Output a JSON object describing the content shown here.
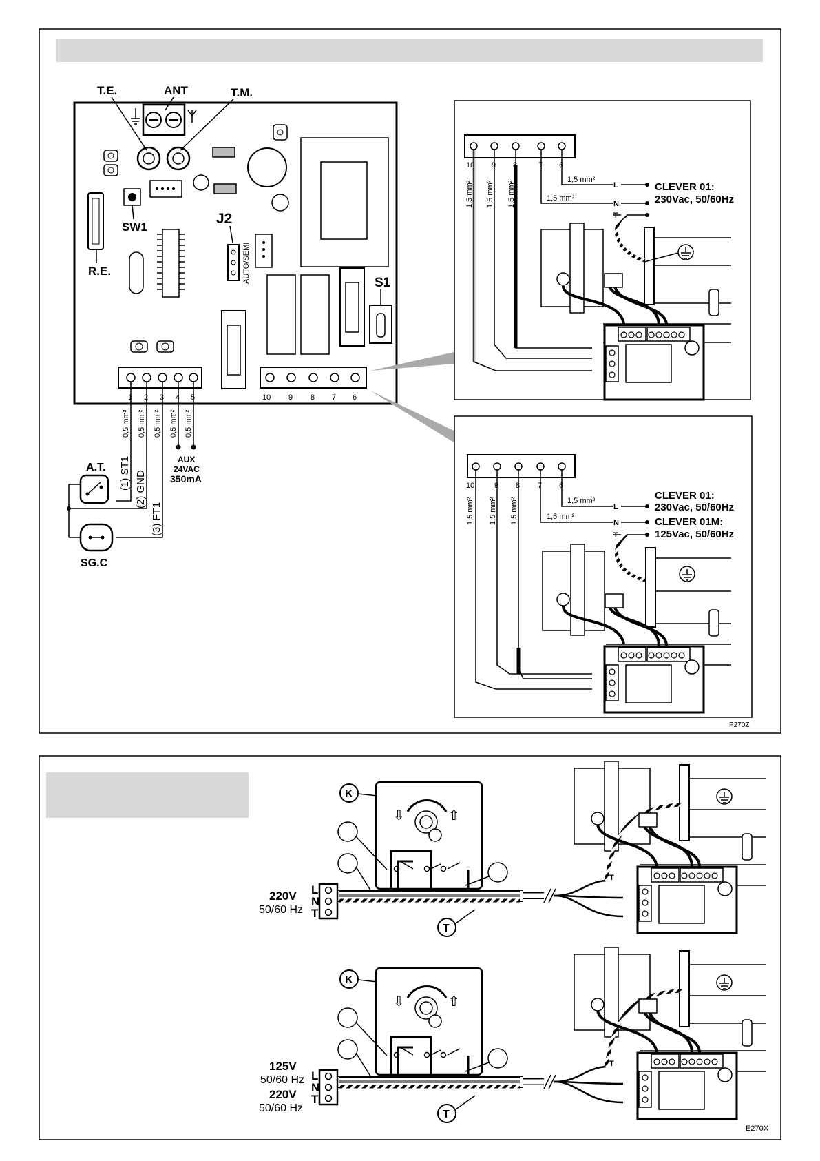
{
  "panel1": {
    "board": {
      "te": "T.E.",
      "ant": "ANT",
      "tm": "T.M.",
      "sw1": "SW1",
      "re": "R.E.",
      "j2": "J2",
      "j2_mode": "AUTO/SEMI",
      "s1": "S1",
      "terminals_left": [
        "1",
        "2",
        "3",
        "4",
        "5"
      ],
      "terminals_right": [
        "10",
        "9",
        "8",
        "7",
        "6"
      ]
    },
    "wires_left": [
      "0,5 mm²",
      "0,5 mm²",
      "0,5 mm²",
      "0,5 mm²",
      "0,5 mm²"
    ],
    "aux": [
      "AUX",
      "24VAC",
      "350mA"
    ],
    "at": "A.T.",
    "sgc": "SG.C",
    "st1": "(1) ST1",
    "gnd": "(2) GND",
    "ft1": "(3) FT1",
    "inset_top": {
      "terminals": [
        "10",
        "9",
        "8",
        "7",
        "6"
      ],
      "wire": "1,5 mm²",
      "wire_l": "1,5 mm²",
      "wire_n": "1,5 mm²",
      "l": "L",
      "n": "N",
      "t": "T",
      "supply_line1": "CLEVER 01:",
      "supply_line2": "230Vac, 50/60Hz"
    },
    "inset_bottom": {
      "terminals": [
        "10",
        "9",
        "8",
        "7",
        "6"
      ],
      "wire": "1,5 mm²",
      "wire_l": "1,5 mm²",
      "wire_n": "1,5 mm²",
      "l": "L",
      "n": "N",
      "t": "T",
      "supply_line1": "CLEVER 01:",
      "supply_line2": "230Vac, 50/60Hz",
      "supply_line3": "CLEVER 01M:",
      "supply_line4": "125Vac, 50/60Hz"
    },
    "code": "P270Z"
  },
  "panel2": {
    "top": {
      "k": "K",
      "t": "T",
      "terminals": [
        "L",
        "N",
        "T"
      ],
      "voltage1": "220V",
      "freq1": "50/60 Hz"
    },
    "bottom": {
      "k": "K",
      "t": "T",
      "terminals": [
        "L",
        "N",
        "T"
      ],
      "voltage1": "125V",
      "freq1": "50/60 Hz",
      "voltage2": "220V",
      "freq2": "50/60 Hz"
    },
    "code": "E270X"
  }
}
